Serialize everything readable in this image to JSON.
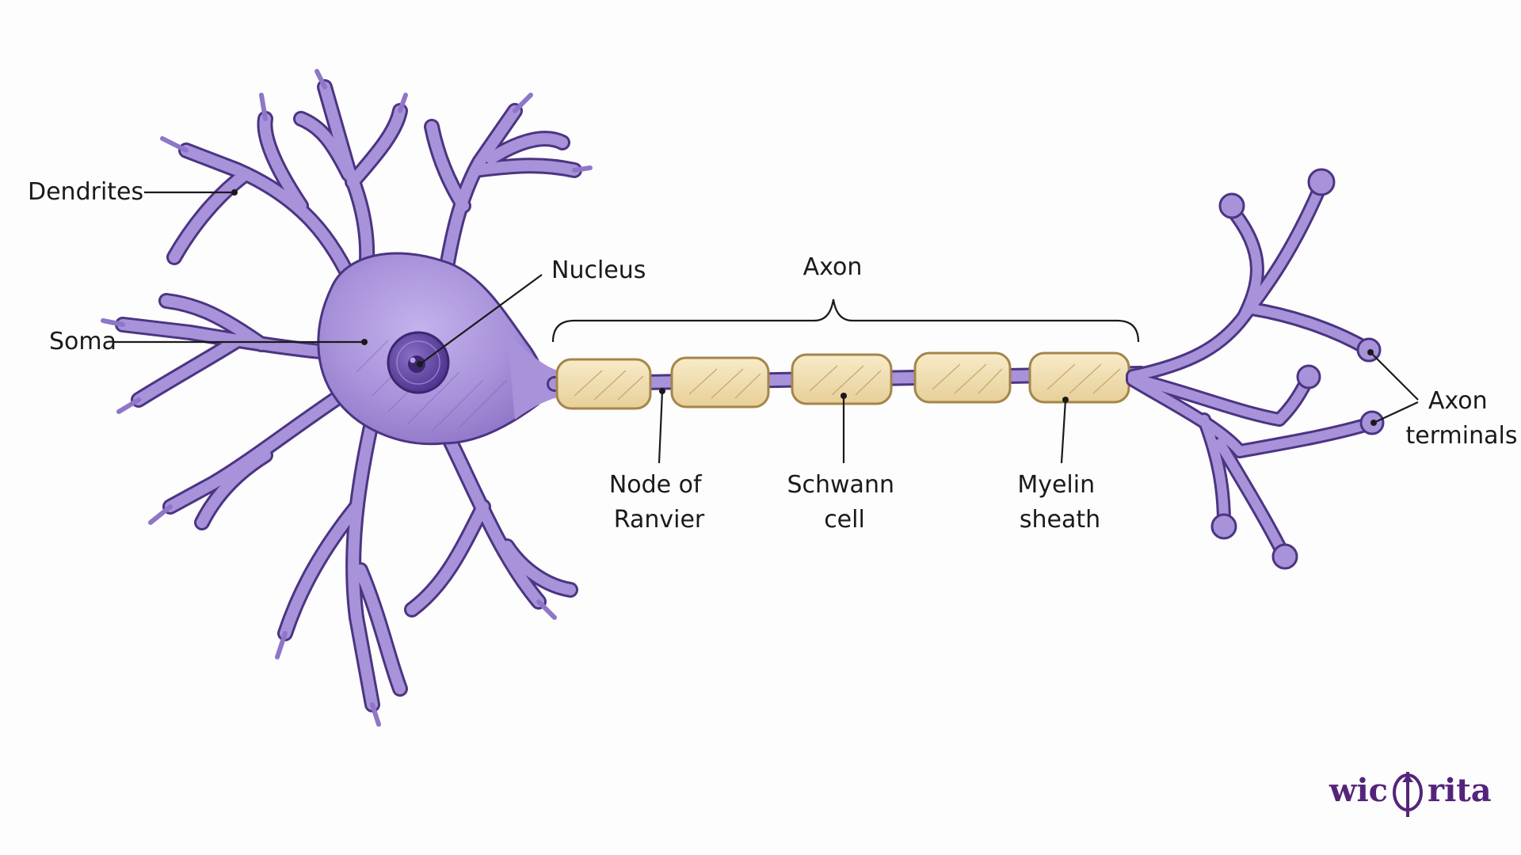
{
  "labels": {
    "dendrites": "Dendrites",
    "soma": "Soma",
    "nucleus": "Nucleus",
    "axon": "Axon",
    "node_of_ranvier": [
      "Node of",
      "Ranvier"
    ],
    "schwann_cell": [
      "Schwann",
      "cell"
    ],
    "myelin_sheath": [
      "Myelin",
      "sheath"
    ],
    "axon_terminals": [
      "Axon",
      "terminals"
    ]
  },
  "watermark": {
    "left": "wic",
    "right": "rita"
  },
  "colors": {
    "neuron": "#a892da",
    "neuron_dark": "#4b3582",
    "myelin": "#f2ddb0",
    "myelin_edge": "#a4854a",
    "nucleus": "#6a51a8",
    "watermark": "#54247a"
  }
}
